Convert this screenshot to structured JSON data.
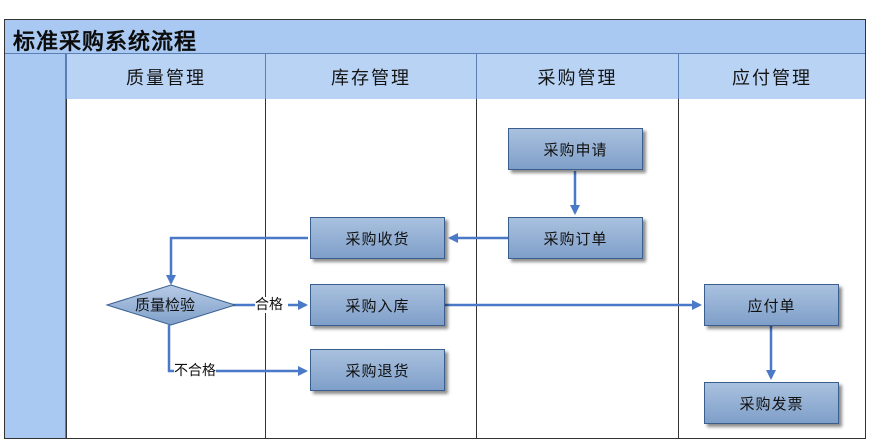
{
  "title": "标准采购系统流程",
  "lanes": [
    "质量管理",
    "库存管理",
    "采购管理",
    "应付管理"
  ],
  "nodes": {
    "purchase_request": "采购申请",
    "purchase_order": "采购订单",
    "purchase_receipt": "采购收货",
    "quality_inspection": "质量检验",
    "purchase_stock_in": "采购入库",
    "purchase_return": "采购退货",
    "payable": "应付单",
    "purchase_invoice": "采购发票"
  },
  "edge_labels": {
    "pass": "合格",
    "fail": "不合格"
  },
  "colors": {
    "header_fill": "#a9c9f2",
    "box_fill": "#8fadd4",
    "arrow": "#4a79c7"
  }
}
